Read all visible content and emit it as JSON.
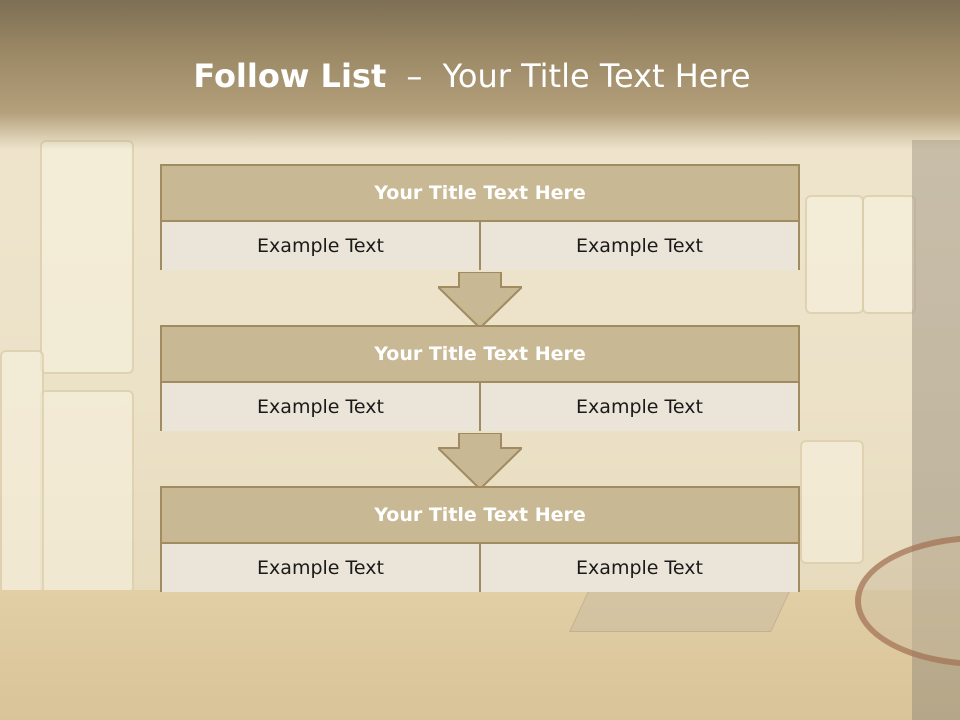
{
  "slide": {
    "title_bold": "Follow List",
    "title_separator": "–",
    "title_rest": "Your Title Text Here"
  },
  "steps": [
    {
      "title": "Your Title Text Here",
      "left": "Example Text",
      "right": "Example Text"
    },
    {
      "title": "Your Title Text Here",
      "left": "Example Text",
      "right": "Example Text"
    },
    {
      "title": "Your Title Text Here",
      "left": "Example Text",
      "right": "Example Text"
    }
  ],
  "colors": {
    "header": "#9b8865",
    "block_title_fill": "#c8b894",
    "block_border": "#a08c60",
    "cell_fill": "#ebe4d8",
    "title_text": "#ffffff"
  }
}
